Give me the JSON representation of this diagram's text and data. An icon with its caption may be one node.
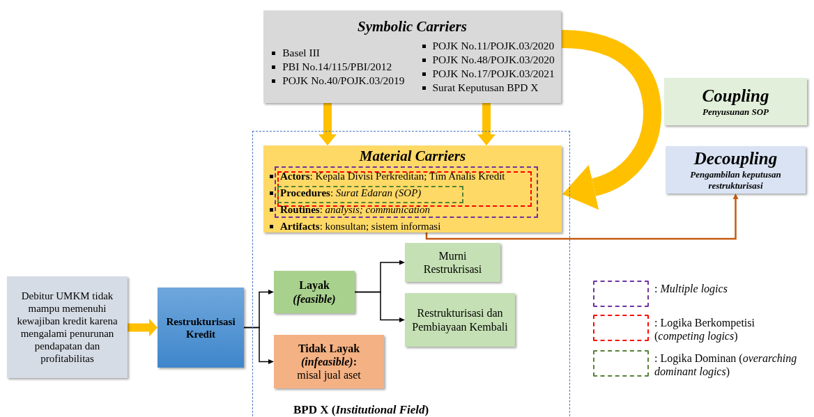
{
  "diagram": {
    "nodes": [
      {
        "text": [
          "Symbolic Carriers",
          "Basel III",
          "PBI No.14/115/PBI/2012",
          "POJK No.40/POJK.03/2019",
          "POJK No.11/POJK.03/2020",
          "POJK No.48/POJK.03/2020",
          "POJK No.17/POJK.03/2021",
          "Surat Keputusan BPD X"
        ]
      },
      {
        "text": [
          "BPD X (*Institutional Field*)"
        ]
      },
      {
        "text": [
          "Material Carriers",
          "**Actors**: Kepala Divisi Perkreditan; Tim Analis Kredit",
          "**Procedures**: *Surat Edaran (SOP)*",
          "**Routines**: *analysis; communication*",
          "**Artifacts**: konsultan; sistem informasi"
        ],
        "in": 1
      },
      {
        "text": [
          "Debitur UMKM tidak mampu memenuhi kewajiban kredit karena mengalami penurunan pendapatan dan profitabilitas"
        ]
      },
      {
        "text": [
          "Restrukturisasi Kredit"
        ]
      },
      {
        "text": [
          "Layak *(feasible)*"
        ],
        "in": 1
      },
      {
        "text": [
          "Tidak Layak *(infeasible)*:",
          "misal jual aset"
        ],
        "in": 1
      },
      {
        "text": [
          "Murni Restrukrisasi"
        ],
        "in": 1
      },
      {
        "text": [
          "Restrukturisasi dan Pembiayaan Kembali"
        ],
        "in": 1
      },
      {
        "text": [
          "Coupling",
          "Penyusunan SOP"
        ]
      },
      {
        "text": [
          "Decoupling",
          "Pengambilan keputusan restrukturisasi"
        ]
      }
    ],
    "edges": [
      {
        "from": 0,
        "to": 2,
        "arrow": "to",
        "style": "thick",
        "color": "#ffc000"
      },
      {
        "from": 0,
        "to": 2,
        "arrow": "to",
        "style": "thick",
        "color": "#ffc000"
      },
      {
        "from": 0,
        "to": 2,
        "arrow": "to",
        "style": "thick",
        "color": "#ffc000"
      },
      {
        "from": 2,
        "to": 10,
        "arrow": "to",
        "color": "#c55a11"
      },
      {
        "from": 3,
        "to": 4,
        "arrow": "to",
        "style": "thick",
        "color": "#ffc000"
      },
      {
        "from": 4,
        "to": 5,
        "arrow": "to",
        "color": "#000000"
      },
      {
        "from": 4,
        "to": 6,
        "arrow": "to",
        "color": "#000000"
      },
      {
        "from": 5,
        "to": 7,
        "arrow": "to",
        "color": "#000000"
      },
      {
        "from": 5,
        "to": 8,
        "arrow": "to",
        "color": "#000000"
      }
    ],
    "legend": [
      {
        "text": ": *Multiple logics*"
      },
      {
        "text": ": Logika Berkompetisi (*competing logics*)"
      },
      {
        "text": ": Logika Dominan (*overarching dominant logics*)"
      }
    ]
  }
}
